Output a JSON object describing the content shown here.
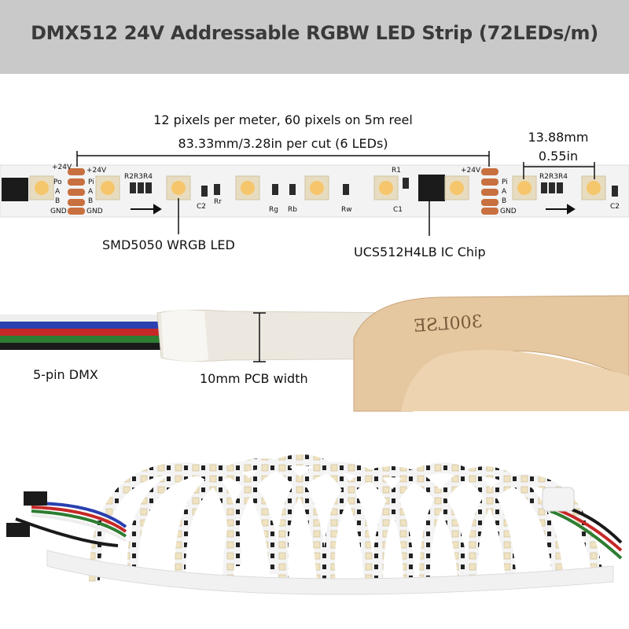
{
  "header": {
    "title": "DMX512 24V Addressable RGBW LED Strip (72LEDs/m)"
  },
  "strip_diagram": {
    "pixels_line": "12 pixels per meter, 60 pixels on 5m reel",
    "cut_line": "83.33mm/3.28in per cut (6 LEDs)",
    "led_pitch_mm": "13.88mm",
    "led_pitch_in": "0.55in",
    "led_label": "SMD5050 WRGB LED",
    "ic_label": "UCS512H4LB IC Chip",
    "pad_labels": {
      "left": [
        "+24V",
        "Po",
        "A",
        "B",
        "GND"
      ],
      "right": [
        "+24V",
        "Pi",
        "A",
        "B",
        "GND"
      ],
      "right2": [
        "+24V",
        "Pi",
        "A",
        "B",
        "GND"
      ]
    },
    "resistor_labels": [
      "R2",
      "R3",
      "R4",
      "C2",
      "Rr",
      "Rg",
      "Rb",
      "Rw",
      "R1",
      "C1",
      "R2",
      "R3",
      "R4",
      "C2"
    ]
  },
  "cable_section": {
    "connector_label": "5-pin DMX",
    "pcb_width_label": "10mm PCB width",
    "tape_text": "300LSE",
    "wire_colors": [
      "#f2f2f2",
      "#2a3fb0",
      "#c62828",
      "#2e7d32",
      "#1a1a1a"
    ]
  },
  "reel_photo": {
    "strip_color": "#f4f4f4",
    "led_color": "#efe3c2"
  }
}
